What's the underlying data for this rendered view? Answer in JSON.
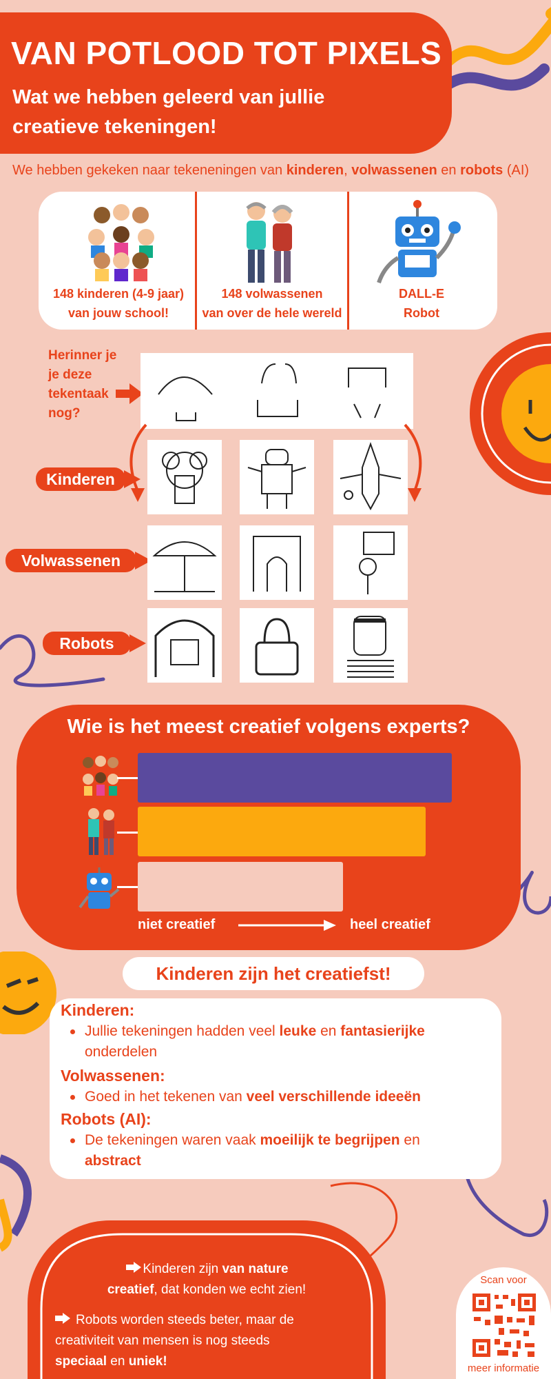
{
  "header": {
    "title": "VAN POTLOOD TOT PIXELS",
    "subtitle": "Wat we hebben geleerd van jullie creatieve tekeningen!"
  },
  "intro": {
    "prefix": "We hebben gekeken naar tekeneningen van ",
    "kinderen": "kinderen",
    "comma": ", ",
    "volwassenen": "volwassenen",
    "en": " en ",
    "robots": "robots",
    "suffix": " (AI)"
  },
  "participants": [
    {
      "line1": "148 kinderen (4-9 jaar)",
      "line2": "van jouw school!",
      "icon": "children-group-icon"
    },
    {
      "line1": "148 volwassenen",
      "line2": "van over de hele wereld",
      "icon": "adults-couple-icon"
    },
    {
      "line1": "DALL-E",
      "line2": "Robot",
      "icon": "robot-icon"
    }
  ],
  "task": {
    "question_lines": [
      "Herinner je",
      "je deze",
      "tekentaak",
      "nog?"
    ]
  },
  "groups": {
    "kinderen": "Kinderen",
    "volwassenen": "Volwassenen",
    "robots": "Robots"
  },
  "results": {
    "title": "Wie is het meest creatief volgens experts?",
    "scale_low": "niet creatief",
    "scale_high": "heel creatief"
  },
  "chart_data": {
    "type": "bar",
    "categories": [
      "Kinderen",
      "Volwassenen",
      "Robots"
    ],
    "values": [
      0.95,
      0.87,
      0.62
    ],
    "colors": [
      "#5a4a9e",
      "#fca90e",
      "#f6cbbd"
    ]
  },
  "winner": "Kinderen zijn het creatiefst!",
  "findings": {
    "kinderen_head": "Kinderen:",
    "kinderen_a": "Jullie tekeningen hadden veel ",
    "kinderen_b": "leuke",
    "kinderen_c": " en ",
    "kinderen_d": "fantasierijke",
    "kinderen_e": "onderdelen",
    "volwassenen_head": "Volwassenen:",
    "volwassenen_a": "Goed in het tekenen van ",
    "volwassenen_b": "veel verschillende ideeën",
    "robots_head": "Robots (AI):",
    "robots_a": "De tekeningen waren vaak ",
    "robots_b": "moeilijk te begrijpen",
    "robots_c": " en",
    "robots_d": "abstract"
  },
  "conclusion": {
    "l1a": "Kinderen zijn ",
    "l1b": "van nature",
    "l2a": "creatief",
    "l2b": ", dat konden we echt zien!",
    "l3": "Robots worden steeds beter, maar de",
    "l4": "creativiteit van mensen is nog steeds",
    "l5a": "speciaal",
    "l5b": " en ",
    "l5c": "uniek!"
  },
  "qr": {
    "top": "Scan voor",
    "bottom": "meer informatie"
  },
  "colors": {
    "orange": "#e8431b",
    "purple": "#5a4a9e",
    "yellow": "#fca90e",
    "background": "#f6cbbd"
  }
}
